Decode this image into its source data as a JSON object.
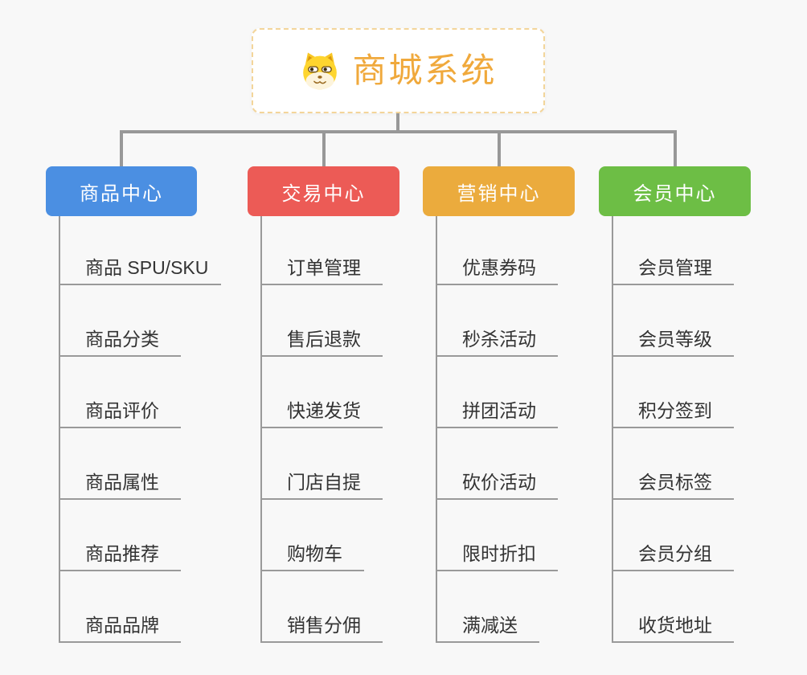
{
  "root": {
    "title": "商城系统",
    "icon": "doge-icon"
  },
  "branches": [
    {
      "label": "商品中心",
      "color": "#4B8FE2",
      "items": [
        "商品 SPU/SKU",
        "商品分类",
        "商品评价",
        "商品属性",
        "商品推荐",
        "商品品牌"
      ]
    },
    {
      "label": "交易中心",
      "color": "#EC5B56",
      "items": [
        "订单管理",
        "售后退款",
        "快递发货",
        "门店自提",
        "购物车",
        "销售分佣"
      ]
    },
    {
      "label": "营销中心",
      "color": "#EBAB3D",
      "items": [
        "优惠券码",
        "秒杀活动",
        "拼团活动",
        "砍价活动",
        "限时折扣",
        "满减送"
      ]
    },
    {
      "label": "会员中心",
      "color": "#6DBE45",
      "items": [
        "会员管理",
        "会员等级",
        "积分签到",
        "会员标签",
        "会员分组",
        "收货地址"
      ]
    }
  ],
  "colors": {
    "background": "#F8F8F8",
    "connector": "#989898",
    "item_line": "#9A9A9A",
    "item_text": "#333333",
    "root_title": "#F0A93C",
    "root_border": "#F3D59A",
    "branch_blue": "#4B8FE2",
    "branch_red": "#EC5B56",
    "branch_orange": "#EBAB3D",
    "branch_green": "#6DBE45"
  }
}
